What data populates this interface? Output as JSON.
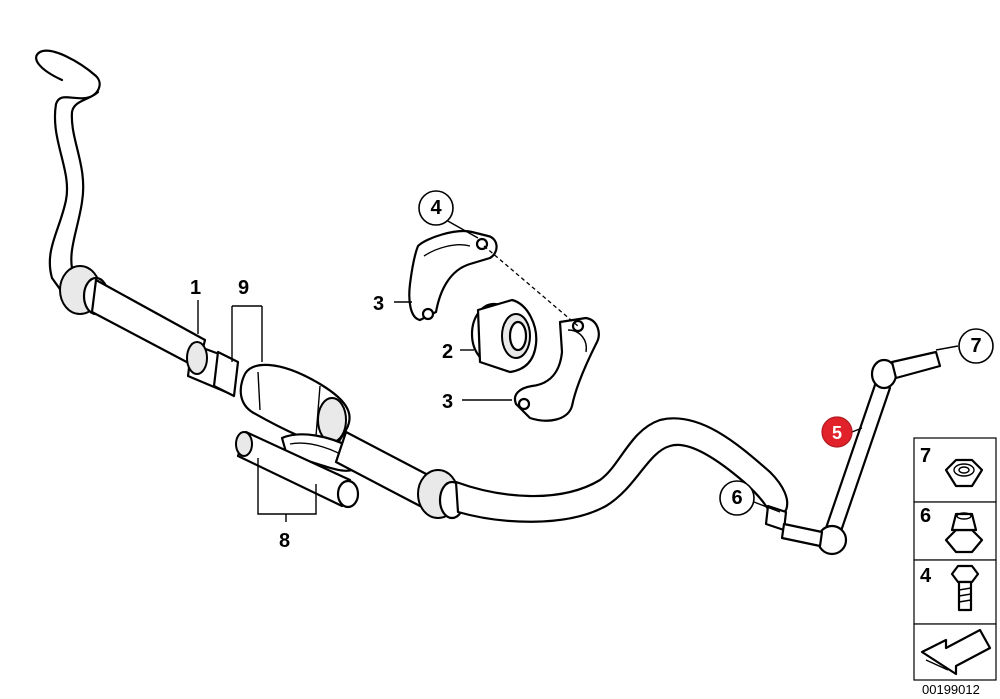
{
  "callouts": {
    "c1": "1",
    "c2": "2",
    "c3a": "3",
    "c3b": "3",
    "c4": "4",
    "c5": "5",
    "c6": "6",
    "c7": "7",
    "c8": "8",
    "c9": "9"
  },
  "legend": {
    "items": [
      {
        "number": "7",
        "icon": "nut-icon"
      },
      {
        "number": "6",
        "icon": "self-locking-nut-icon"
      },
      {
        "number": "4",
        "icon": "hex-bolt-icon"
      }
    ],
    "arrow_icon": "direction-arrow-icon"
  },
  "doc_id": "00199012",
  "colors": {
    "highlight": "#e2222a",
    "line": "#000000",
    "background": "#ffffff"
  }
}
